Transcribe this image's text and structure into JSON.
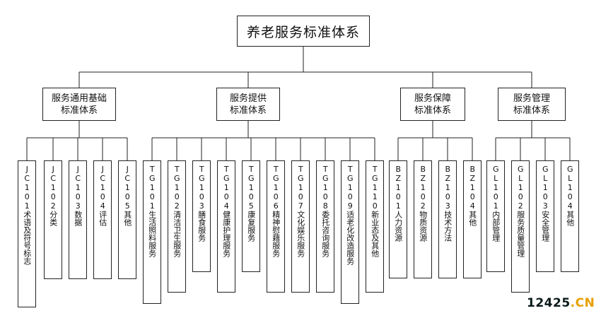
{
  "root": {
    "label": "养老服务标准体系"
  },
  "groups": [
    {
      "label_lines": [
        "服务通用基础",
        "标准体系"
      ],
      "children": [
        "JC101术语及符号标志",
        "JC102分类",
        "JC103数据",
        "JC104评估",
        "JC105其他"
      ]
    },
    {
      "label_lines": [
        "服务提供",
        "标准体系"
      ],
      "children": [
        "TG101生活照料服务",
        "TG102清洁卫生服务",
        "TG103膳食服务",
        "TG104健康护理服务",
        "TG105康复服务",
        "TG106精神慰藉服务",
        "TG107文化娱乐服务",
        "TG108委托咨询服务",
        "TG109适老化改造服务",
        "TG110新业态及其他"
      ]
    },
    {
      "label_lines": [
        "服务保障",
        "标准体系"
      ],
      "children": [
        "BZ101人力资源",
        "BZ102物质资源",
        "BZ103技术方法",
        "BZ104其他"
      ]
    },
    {
      "label_lines": [
        "服务管理",
        "标准体系"
      ],
      "children": [
        "GL101内部管理",
        "GL102服务质量管理",
        "GL103安全管理",
        "GL104其他"
      ]
    }
  ],
  "watermark": {
    "number": "12425",
    "suffix": ".CN",
    "accent": "#e6a000"
  }
}
